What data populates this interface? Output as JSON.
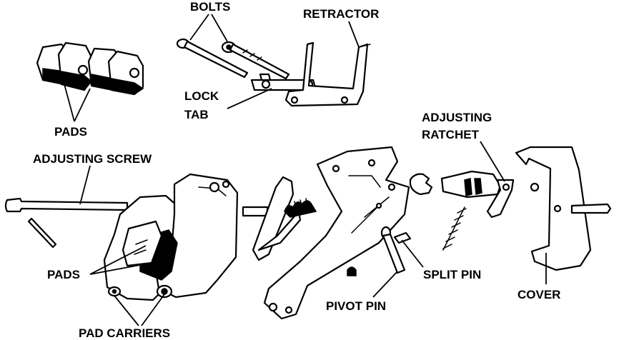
{
  "labels": {
    "bolts": "BOLTS",
    "retractor": "RETRACTOR",
    "pads_top": "PADS",
    "lock_tab_1": "LOCK",
    "lock_tab_2": "TAB",
    "adjusting_ratchet_1": "ADJUSTING",
    "adjusting_ratchet_2": "RATCHET",
    "adjusting_screw": "ADJUSTING SCREW",
    "pads_bottom": "PADS",
    "split_pin": "SPLIT PIN",
    "pivot_pin": "PIVOT PIN",
    "cover": "COVER",
    "pad_carriers": "PAD CARRIERS"
  }
}
